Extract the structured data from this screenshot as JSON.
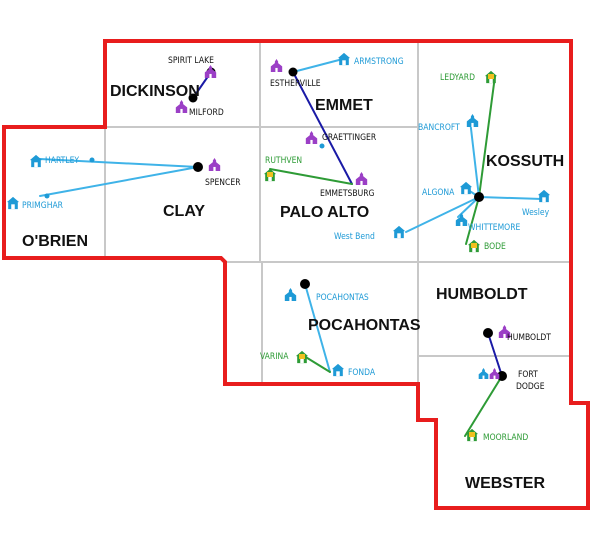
{
  "colors": {
    "border": "#e81d1d",
    "county_lines": "#c8c8c8",
    "blue_line": "#1a1aa6",
    "cyan_line": "#3fb3e8",
    "green_line": "#2e9b36",
    "hub": "#000000",
    "cyan_town": "#1e9ad6",
    "green_town": "#2e9b36",
    "purple_icon": "#9b3fc6",
    "yellow_icon": "#f0c020"
  },
  "counties": {
    "dickinson": "DICKINSON",
    "emmet": "EMMET",
    "kossuth": "KOSSUTH",
    "obrien": "O'BRIEN",
    "clay": "CLAY",
    "palo_alto": "PALO ALTO",
    "humboldt": "HUMBOLDT",
    "pocahontas": "POCAHONTAS",
    "webster": "WEBSTER"
  },
  "towns": {
    "spirit_lake": "SPIRIT LAKE",
    "milford": "MILFORD",
    "estherville": "ESTHERVILLE",
    "armstrong": "ARMSTRONG",
    "ledyard": "LEDYARD",
    "bancroft": "BANCROFT",
    "graettinger": "GRAETTINGER",
    "hartley": "HARTLEY",
    "spencer": "SPENCER",
    "primghar": "PRIMGHAR",
    "ruthven": "RUTHVEN",
    "emmetsburg": "EMMETSBURG",
    "algona": "ALGONA",
    "wesley": "Wesley",
    "whittemore": "WHITTEMORE",
    "west_bend": "West Bend",
    "bode": "BODE",
    "pocahontas": "POCAHONTAS",
    "humboldt": "HUMBOLDT",
    "varina": "VARINA",
    "fonda": "FONDA",
    "fort": "FORT",
    "dodge": "DODGE",
    "moorland": "MOORLAND"
  }
}
